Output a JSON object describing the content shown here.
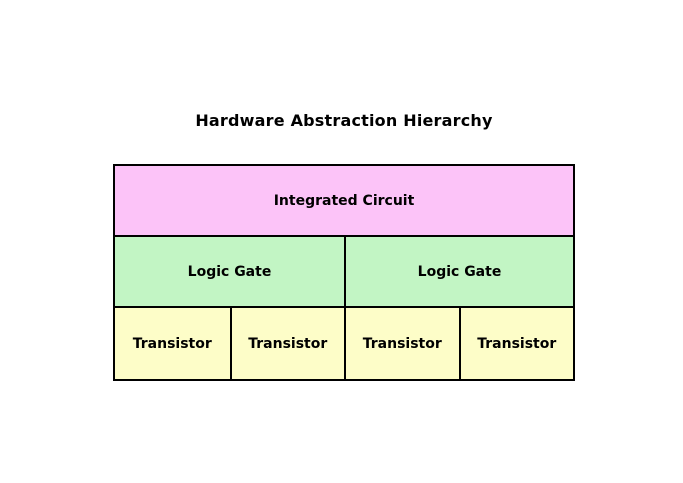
{
  "title": "Hardware Abstraction Hierarchy",
  "colors": {
    "background": "#ffffff",
    "border": "#000000",
    "integrated_circuit_fill": "#fcc3f8",
    "logic_gate_fill": "#c2f5c4",
    "transistor_fill": "#fdfdc8"
  },
  "diagram": {
    "type": "hierarchy-block-diagram",
    "levels": [
      {
        "name": "level-1-integrated-circuit",
        "blocks": [
          {
            "label": "Integrated Circuit"
          }
        ]
      },
      {
        "name": "level-2-logic-gates",
        "blocks": [
          {
            "label": "Logic Gate"
          },
          {
            "label": "Logic Gate"
          }
        ]
      },
      {
        "name": "level-3-transistors",
        "blocks": [
          {
            "label": "Transistor"
          },
          {
            "label": "Transistor"
          },
          {
            "label": "Transistor"
          },
          {
            "label": "Transistor"
          }
        ]
      }
    ]
  }
}
